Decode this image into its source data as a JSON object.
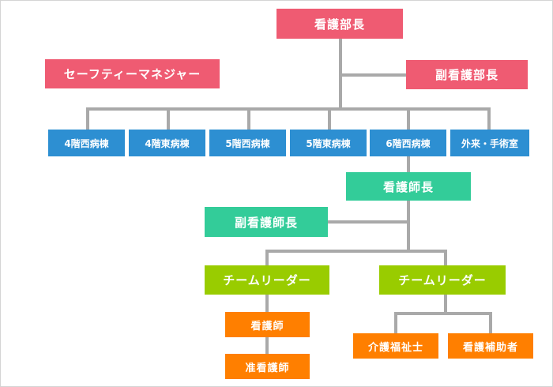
{
  "colors": {
    "line": "#a9a9a9",
    "pink": "#ef5b72",
    "blue": "#2d8fd2",
    "green": "#33cc99",
    "lime": "#99cc00",
    "orange": "#ff7f00"
  },
  "top": {
    "director": "看護部長",
    "safety_manager": "セーフティーマネジャー",
    "deputy_director": "副看護部長"
  },
  "wards": [
    "4階西病棟",
    "4階東病棟",
    "5階西病棟",
    "5階東病棟",
    "6階西病棟",
    "外来・手術室"
  ],
  "ward_unit": {
    "head_nurse": "看護師長",
    "deputy_head_nurse": "副看護師長",
    "team_leaders": [
      "チームリーダー",
      "チームリーダー"
    ],
    "team1_staff": [
      "看護師",
      "准看護師"
    ],
    "team2_staff": [
      "介護福祉士",
      "看護補助者"
    ]
  }
}
